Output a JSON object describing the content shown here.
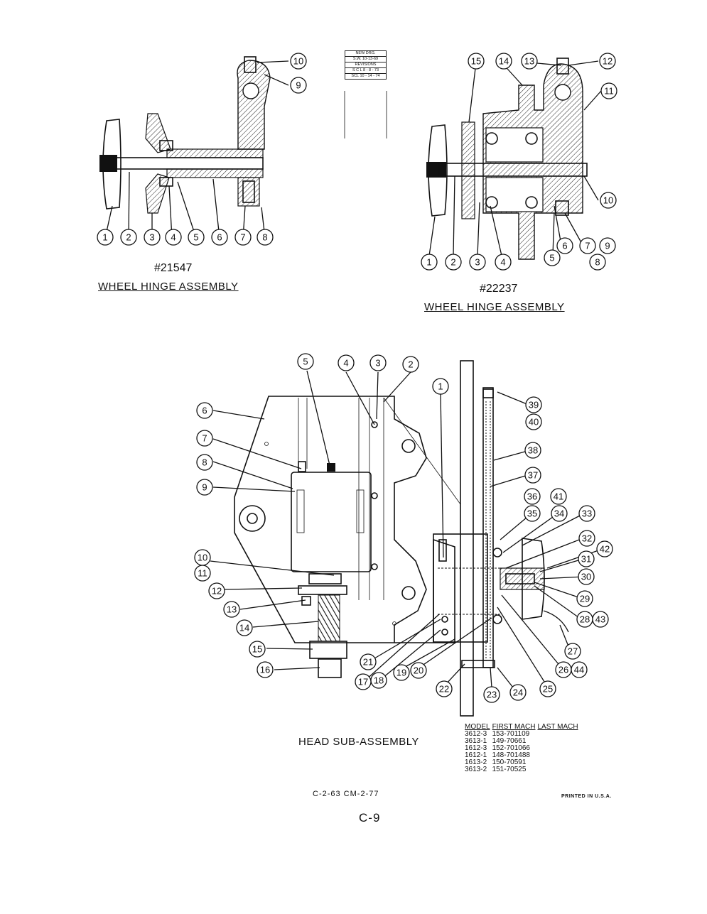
{
  "revision_block": {
    "new_drg": "NEW DRG.",
    "new_drg_date": "S.W. 10-13-69",
    "revisions_header": "REVISIONS",
    "rev1": "S C L 8 - 8 - 73",
    "rev2": "SCL 10 - 14 - 74"
  },
  "assembly_left": {
    "part_number": "#21547",
    "title": "WHEEL HINGE ASSEMBLY",
    "callouts": [
      "1",
      "2",
      "3",
      "4",
      "5",
      "6",
      "7",
      "8",
      "9",
      "10"
    ]
  },
  "assembly_right": {
    "part_number": "#22237",
    "title": "WHEEL HINGE ASSEMBLY",
    "callouts": [
      "1",
      "2",
      "3",
      "4",
      "5",
      "6",
      "7",
      "8",
      "9",
      "10",
      "11",
      "12",
      "13",
      "14",
      "15"
    ]
  },
  "head_sub_assembly": {
    "title": "HEAD SUB-ASSEMBLY",
    "callouts": [
      "1",
      "2",
      "3",
      "4",
      "5",
      "6",
      "7",
      "8",
      "9",
      "10",
      "11",
      "12",
      "13",
      "14",
      "15",
      "16",
      "17",
      "18",
      "19",
      "20",
      "21",
      "22",
      "23",
      "24",
      "25",
      "26",
      "27",
      "28",
      "29",
      "30",
      "31",
      "32",
      "33",
      "34",
      "35",
      "36",
      "37",
      "38",
      "39",
      "40",
      "41",
      "42",
      "43",
      "44"
    ]
  },
  "model_table": {
    "headers": [
      "MODEL",
      "FIRST MACH",
      "LAST MACH"
    ],
    "rows": [
      [
        "3612-3",
        "153-701109"
      ],
      [
        "3613-1",
        "149-70661"
      ],
      [
        "1612-3",
        "152-701066"
      ],
      [
        "1612-1",
        "148-701488"
      ],
      [
        "1613-2",
        "150-70591"
      ],
      [
        "3613-2",
        "151-70525"
      ]
    ]
  },
  "footer": {
    "codes": "C-2-63   CM-2-77",
    "printed": "PRINTED IN U.S.A.",
    "page": "C-9"
  }
}
